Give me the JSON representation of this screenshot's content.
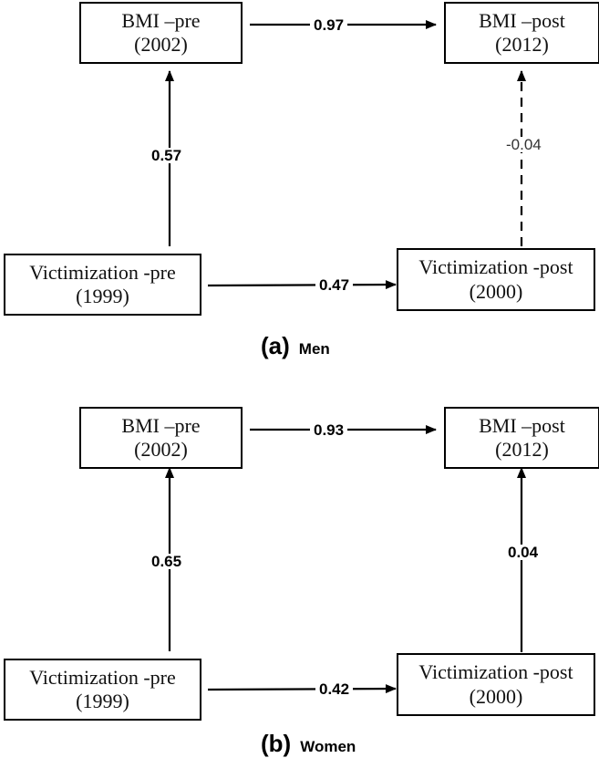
{
  "panels": [
    {
      "caption_letter": "(a)",
      "caption_group": "Men",
      "boxes": {
        "bmi_pre": [
          "BMI –pre",
          "(2002)"
        ],
        "bmi_post": [
          "BMI –post",
          "(2012)"
        ],
        "vict_pre": [
          "Victimization -pre",
          "(1999)"
        ],
        "vict_post": [
          "Victimization -post",
          "(2000)"
        ]
      },
      "paths": {
        "bmi_pre_to_bmi_post": "0.97",
        "vict_pre_to_bmi_pre": "0.57",
        "vict_pre_to_vict_post": "0.47",
        "vict_post_to_bmi_post": "-0.04"
      }
    },
    {
      "caption_letter": "(b)",
      "caption_group": "Women",
      "boxes": {
        "bmi_pre": [
          "BMI –pre",
          "(2002)"
        ],
        "bmi_post": [
          "BMI –post",
          "(2012)"
        ],
        "vict_pre": [
          "Victimization -pre",
          "(1999)"
        ],
        "vict_post": [
          "Victimization -post",
          "(2000)"
        ]
      },
      "paths": {
        "bmi_pre_to_bmi_post": "0.93",
        "vict_pre_to_bmi_pre": "0.65",
        "vict_pre_to_vict_post": "0.42",
        "vict_post_to_bmi_post": "0.04"
      }
    }
  ]
}
